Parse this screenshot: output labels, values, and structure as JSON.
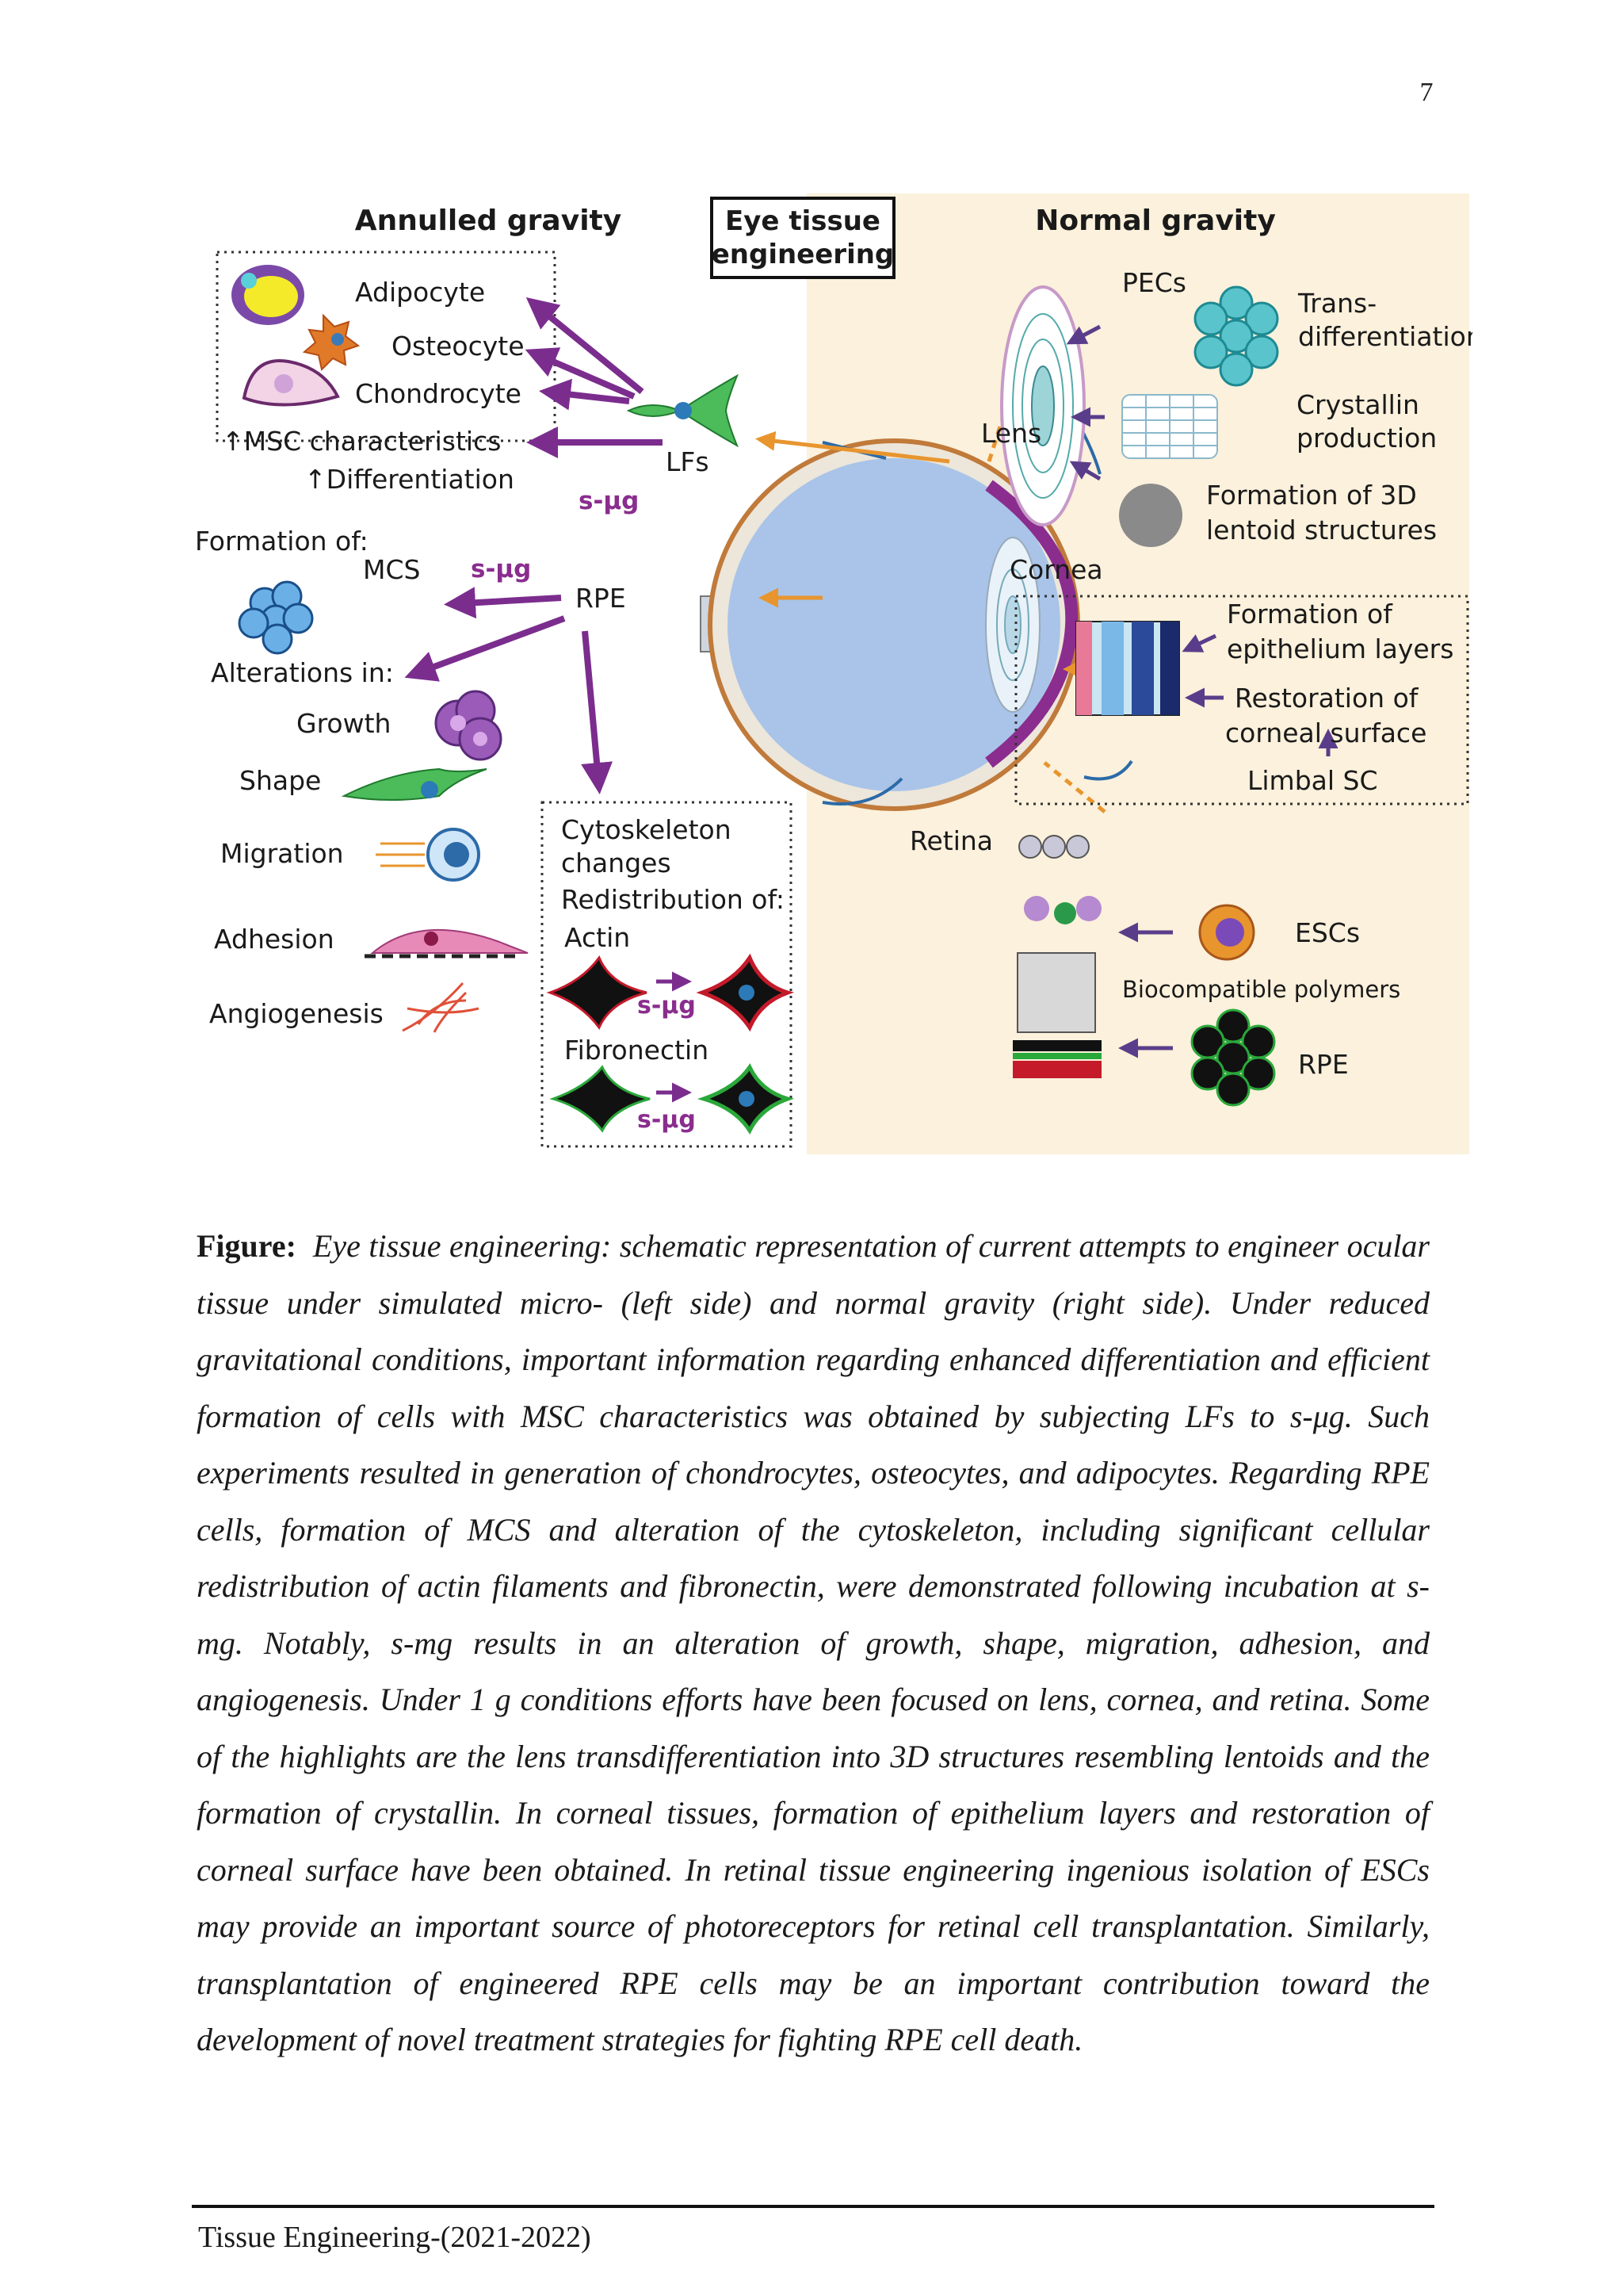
{
  "page": {
    "number": "7"
  },
  "figure": {
    "center_box": "Eye tissue engineering",
    "left_title": "Annulled gravity",
    "right_title": "Normal gravity",
    "left": {
      "adipocyte": "Adipocyte",
      "osteocyte": "Osteocyte",
      "chondrocyte": "Chondrocyte",
      "msc": "MSC characteristics",
      "differentiation": "Differentiation",
      "lfs": "LFs",
      "smug": "s-μg",
      "formation_of": "Formation of:",
      "mcs": "MCS",
      "rpe": "RPE",
      "alterations": "Alterations in:",
      "growth": "Growth",
      "shape": "Shape",
      "migration": "Migration",
      "adhesion": "Adhesion",
      "angiogenesis": "Angiogenesis",
      "cytoskeleton": "Cytoskeleton changes",
      "redistribution": "Redistribution of:",
      "actin": "Actin",
      "fibronectin": "Fibronectin"
    },
    "right": {
      "pecs": "PECs",
      "transdiff": "Trans-differentiation",
      "lens": "Lens",
      "crystallin": "Crystallin production",
      "lentoid": "Formation of 3D lentoid structures",
      "cornea": "Cornea",
      "epithelium": "Formation of epithelium layers",
      "restoration": "Restoration of corneal surface",
      "limbal": "Limbal SC",
      "retina": "Retina",
      "escs": "ESCs",
      "polymers": "Biocompatible polymers",
      "rpe": "RPE"
    },
    "colors": {
      "arrow_purple": "#7b2d8e",
      "arrow_orange": "#e8952e",
      "right_panel": "#fbf1dc"
    }
  },
  "caption": {
    "label": "Figure:",
    "text": "Eye tissue engineering: schematic representation of current attempts to engineer ocular tissue under simulated micro- (left side) and normal gravity (right side). Under reduced gravitational conditions, important information regarding enhanced differentiation and efficient formation of cells with MSC characteristics was obtained by subjecting LFs to s-μg. Such experiments resulted in generation of chondrocytes, osteocytes, and adipocytes. Regarding RPE cells, formation of MCS and alteration of the cytoskeleton, including significant cellular redistribution of actin filaments and fibronectin, were demonstrated following incubation at s-mg. Notably, s-mg results in an alteration of growth, shape, migration, adhesion, and angiogenesis. Under 1 g conditions efforts have been focused on lens, cornea, and retina. Some of the highlights are the lens transdifferentiation into 3D structures resembling lentoids and the formation of crystallin. In corneal tissues, formation of epithelium layers and restoration of corneal surface have been obtained. In retinal tissue engineering ingenious isolation of ESCs may provide an important source of photoreceptors for retinal cell transplantation. Similarly, transplantation of engineered RPE cells may be an important contribution toward the development of novel treatment strategies for fighting RPE cell death."
  },
  "footer": {
    "text": "Tissue Engineering-(2021-2022)"
  }
}
